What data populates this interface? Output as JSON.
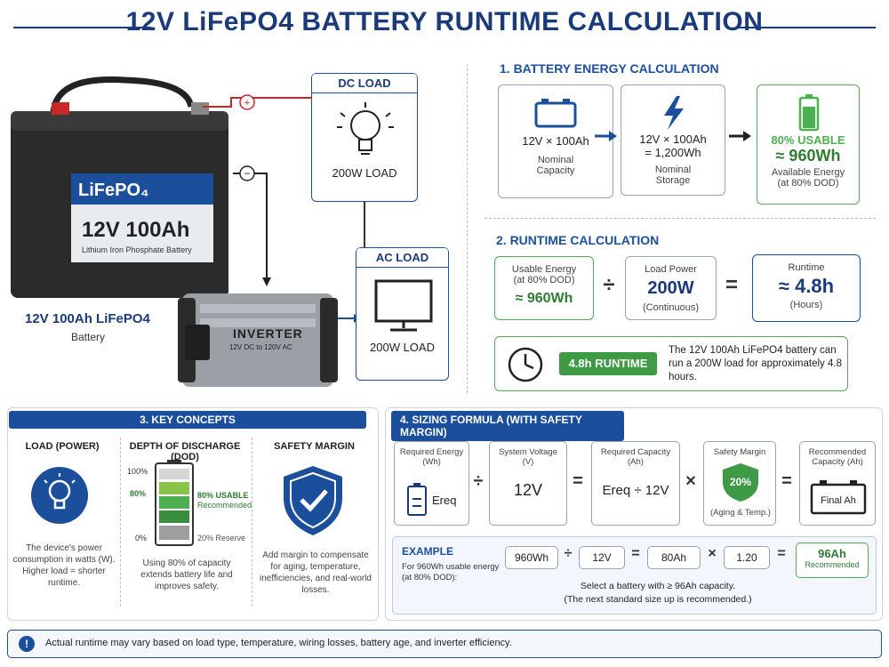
{
  "title": "12V LiFePO4 BATTERY RUNTIME CALCULATION",
  "battery": {
    "label_brand": "LiFePO₄",
    "label_spec": "12V  100Ah",
    "label_sub": "Lithium Iron Phosphate Battery",
    "caption_main": "12V 100Ah LiFePO4",
    "caption_sub": "Battery"
  },
  "dc_load": {
    "header": "DC LOAD",
    "value": "200W LOAD"
  },
  "ac_load": {
    "header": "AC LOAD",
    "value": "200W LOAD"
  },
  "inverter": {
    "label": "INVERTER",
    "sub": "12V DC to 120V AC"
  },
  "section1": {
    "title": "1. BATTERY ENERGY CALCULATION",
    "box1": {
      "line1": "12V × 100Ah",
      "line2": "Nominal",
      "line3": "Capacity"
    },
    "box2": {
      "line1": "12V × 100Ah",
      "line2": "= 1,200Wh",
      "line3": "Nominal",
      "line4": "Storage"
    },
    "box3": {
      "line1": "80% USABLE",
      "line2": "≈ 960Wh",
      "line3": "Available Energy",
      "line4": "(at 80% DOD)"
    }
  },
  "section2": {
    "title": "2. RUNTIME CALCULATION",
    "box1": {
      "line1": "Usable Energy",
      "line2": "(at 80% DOD)",
      "line3": "≈ 960Wh"
    },
    "box2": {
      "line1": "Load Power",
      "line2": "200W",
      "line3": "(Continuous)"
    },
    "box3": {
      "line1": "Runtime",
      "line2": "≈ 4.8h",
      "line3": "(Hours)"
    },
    "op1": "÷",
    "op2": "=",
    "result_badge": "4.8h RUNTIME",
    "result_text": "The 12V 100Ah LiFePO4 battery can run a 200W load for approximately 4.8 hours."
  },
  "section3": {
    "title": "3. KEY CONCEPTS",
    "col1": {
      "title": "LOAD (POWER)",
      "text": "The device's power consumption in watts (W). Higher load = shorter runtime."
    },
    "col2": {
      "title": "DEPTH OF DISCHARGE (DOD)",
      "label_100": "100%",
      "label_80": "80%",
      "label_0": "0%",
      "usable": "80% USABLE",
      "recommended": "Recommended",
      "reserve": "20% Reserve",
      "text": "Using 80% of capacity extends battery life and improves safety."
    },
    "col3": {
      "title": "SAFETY MARGIN",
      "text": "Add margin to compensate for aging, temperature, inefficiencies, and real-world losses."
    }
  },
  "section4": {
    "title": "4. SIZING FORMULA (WITH SAFETY MARGIN)",
    "b1": {
      "l1": "Required Energy",
      "l2": "(Wh)",
      "v": "Ereq"
    },
    "b2": {
      "l1": "System Voltage",
      "l2": "(V)",
      "v": "12V"
    },
    "b3": {
      "l1": "Required Capacity",
      "l2": "(Ah)",
      "v": "Ereq ÷ 12V"
    },
    "b4": {
      "l1": "Safety Margin",
      "v": "20%",
      "l2": "(Aging & Temp.)"
    },
    "b5": {
      "l1": "Recommended",
      "l2": "Capacity (Ah)",
      "v": "Final Ah"
    },
    "ops": [
      "÷",
      "=",
      "×",
      "="
    ],
    "example": {
      "title": "EXAMPLE",
      "sub": "For 960Wh usable energy (at 80% DOD):",
      "v1": "960Wh",
      "v2": "12V",
      "v3": "80Ah",
      "v4": "1.20",
      "v5": "96Ah",
      "v5sub": "Recommended",
      "ops": [
        "÷",
        "=",
        "×",
        "="
      ],
      "note1": "Select a battery with ≥ 96Ah capacity.",
      "note2": "(The next standard size up is recommended.)"
    }
  },
  "footer": {
    "icon": "!",
    "text": "Actual runtime may vary based on load type, temperature, wiring losses, battery age, and inverter efficiency."
  },
  "colors": {
    "accent": "#1b4f9c",
    "green": "#4caf50",
    "dark": "#1b3a7a"
  }
}
